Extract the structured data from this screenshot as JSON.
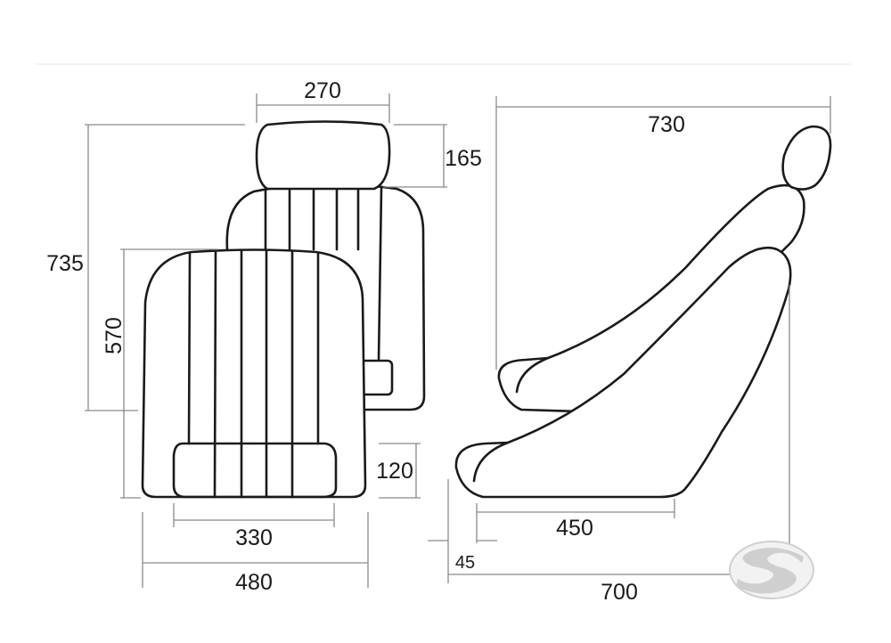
{
  "dimensions": {
    "headrest_width": "270",
    "headrest_height": "165",
    "backrest_height_total": "735",
    "backrest_height": "570",
    "cushion_height": "120",
    "cushion_width": "330",
    "seat_width": "480",
    "side_width_total": "730",
    "side_depth": "450",
    "side_offset": "45",
    "side_length": "700"
  },
  "logo": {
    "icon": "s-logo-icon"
  }
}
